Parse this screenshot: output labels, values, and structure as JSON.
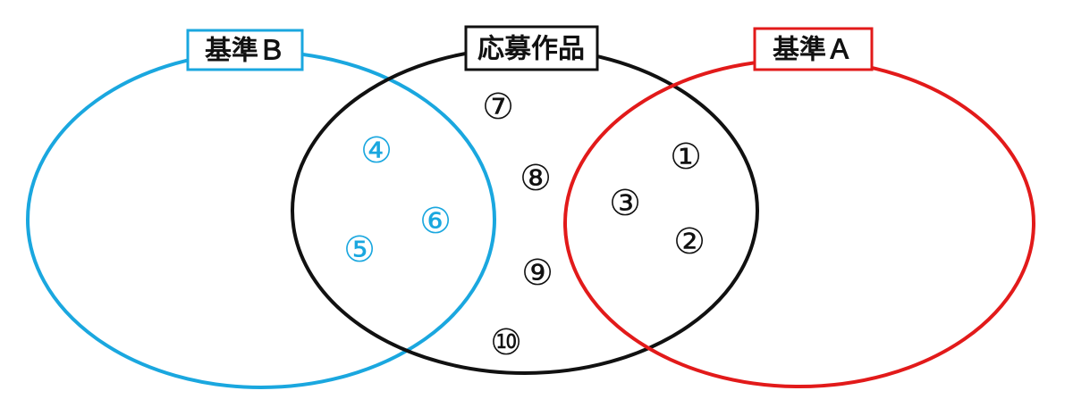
{
  "colors": {
    "criterion_b": "#1aa7df",
    "entries": "#111111",
    "criterion_a": "#e21a1a",
    "item_default": "#111111"
  },
  "sets": {
    "criterion_b": {
      "label": "基準Ｂ"
    },
    "entries": {
      "label": "応募作品"
    },
    "criterion_a": {
      "label": "基準Ａ"
    }
  },
  "items": [
    {
      "label": "①",
      "region": "entries-and-criterion-a",
      "color": "#111111"
    },
    {
      "label": "②",
      "region": "entries-and-criterion-a",
      "color": "#111111"
    },
    {
      "label": "③",
      "region": "entries-and-criterion-a",
      "color": "#111111"
    },
    {
      "label": "④",
      "region": "entries-and-criterion-b",
      "color": "#1aa7df"
    },
    {
      "label": "⑤",
      "region": "entries-and-criterion-b",
      "color": "#1aa7df"
    },
    {
      "label": "⑥",
      "region": "entries-and-criterion-b",
      "color": "#1aa7df"
    },
    {
      "label": "⑦",
      "region": "entries-only",
      "color": "#111111"
    },
    {
      "label": "⑧",
      "region": "entries-only",
      "color": "#111111"
    },
    {
      "label": "⑨",
      "region": "entries-only",
      "color": "#111111"
    },
    {
      "label": "⑩",
      "region": "entries-only",
      "color": "#111111"
    }
  ]
}
